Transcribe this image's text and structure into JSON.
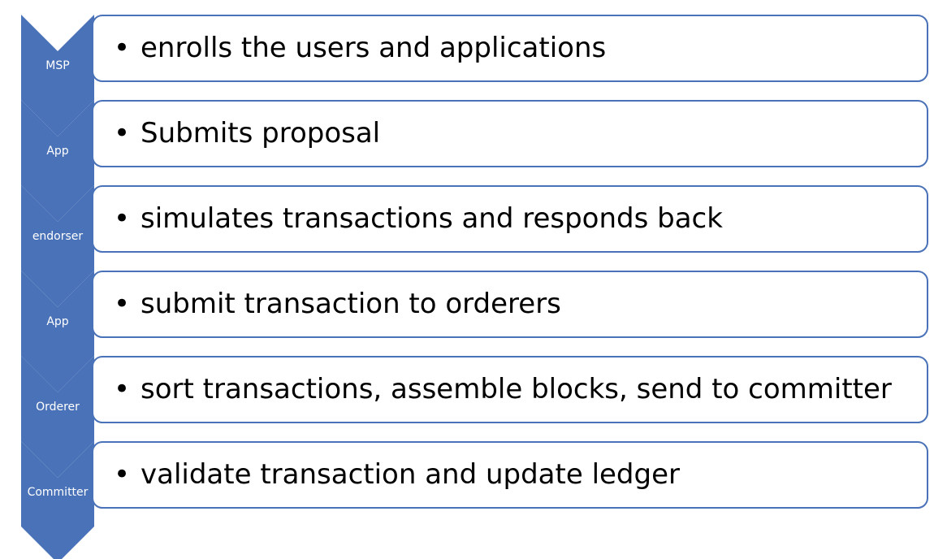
{
  "colors": {
    "chevron_fill": "#4a72b8",
    "box_border": "#4a72b8",
    "label_text": "#ffffff",
    "body_text": "#000000"
  },
  "bullet_glyph": "•",
  "steps": [
    {
      "label": "MSP",
      "text": "enrolls the users and applications"
    },
    {
      "label": "App",
      "text": "Submits proposal"
    },
    {
      "label": "endorser",
      "text": "simulates transactions and responds back"
    },
    {
      "label": "App",
      "text": "submit transaction to orderers"
    },
    {
      "label": "Orderer",
      "text": "sort transactions, assemble blocks, send to committer"
    },
    {
      "label": "Committer",
      "text": "validate transaction and update ledger"
    }
  ]
}
